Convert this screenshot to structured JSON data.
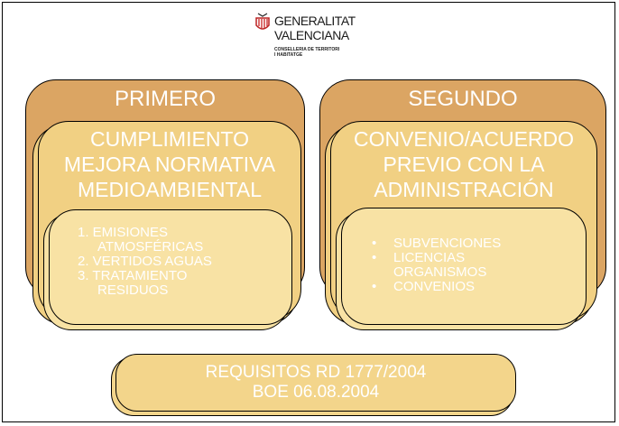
{
  "logo": {
    "line1": "GENERALITAT",
    "line2": "VALENCIANA",
    "sub1": "CONSELLERIA DE TERRITORI",
    "sub2": "I HABITATGE",
    "icon": "coat-of-arms-icon"
  },
  "primero": {
    "heading": "PRIMERO",
    "title_lines": [
      "CUMPLIMIENTO",
      "MEJORA NORMATIVA",
      "MEDIOAMBIENTAL"
    ],
    "items": [
      "1. EMISIONES",
      "ATMOSFÉRICAS",
      "2. VERTIDOS AGUAS",
      "3. TRATAMIENTO",
      "RESIDUOS"
    ]
  },
  "segundo": {
    "heading": "SEGUNDO",
    "title_lines": [
      "CONVENIO/ACUERDO",
      "PREVIO CON LA",
      "ADMINISTRACIÓN"
    ],
    "bullets": [
      "SUBVENCIONES",
      "LICENCIAS",
      "ORGANISMOS",
      "CONVENIOS"
    ]
  },
  "requisitos": {
    "line1": "REQUISITOS RD 1777/2004",
    "line2": "BOE 06.08.2004"
  },
  "colors": {
    "outer": "#dba563",
    "mid": "#f1d083",
    "inner": "#f8e2a4",
    "text": "#ffffff"
  }
}
